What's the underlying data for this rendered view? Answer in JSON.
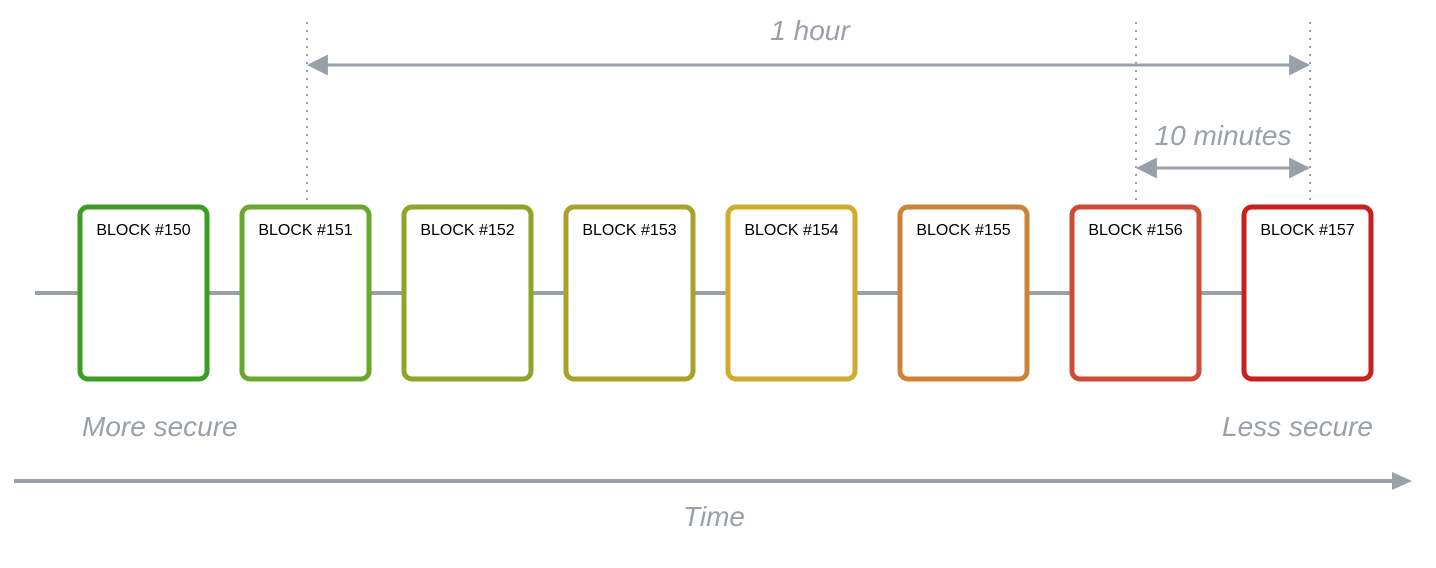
{
  "diagram": {
    "top_span_label": "1 hour",
    "sub_span_label": "10 minutes",
    "left_caption": "More secure",
    "right_caption": "Less secure",
    "axis_label": "Time",
    "line_color": "#9aa0a8",
    "blocks": [
      {
        "label": "BLOCK #150",
        "color": "#3a9e22"
      },
      {
        "label": "BLOCK #151",
        "color": "#6aa72e"
      },
      {
        "label": "BLOCK #152",
        "color": "#8ea52a"
      },
      {
        "label": "BLOCK #153",
        "color": "#a8a22c"
      },
      {
        "label": "BLOCK #154",
        "color": "#d2aa2c"
      },
      {
        "label": "BLOCK #155",
        "color": "#cc8338"
      },
      {
        "label": "BLOCK #156",
        "color": "#cd4a34"
      },
      {
        "label": "BLOCK #157",
        "color": "#c81f1f"
      }
    ]
  }
}
